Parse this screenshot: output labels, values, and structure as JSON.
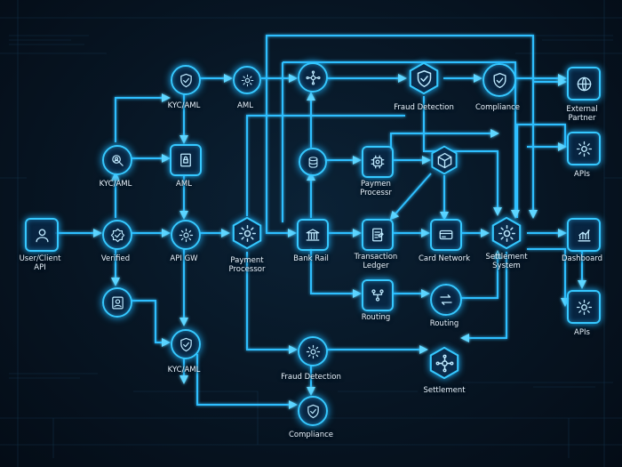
{
  "diagram": {
    "colors": {
      "line": "#2fbfff",
      "glow": "#1fb6ff",
      "node_fill": "#0a2c4c",
      "text": "#e8f4ff",
      "bg": "#06101c"
    },
    "nodes": {
      "user_client": {
        "label": "User/Client\nAPI",
        "icon": "user-icon"
      },
      "kyc_aml_top": {
        "label": "KYC/AML",
        "icon": "shield-check-icon"
      },
      "aml_top": {
        "label": "AML",
        "icon": "gear-icon"
      },
      "hub_top": {
        "label": "",
        "icon": "network-hub-icon"
      },
      "fraud_top": {
        "label": "Fraud Detection",
        "icon": "shield-check-icon"
      },
      "compliance_top": {
        "label": "Compliance",
        "icon": "shield-check-icon"
      },
      "external_partner": {
        "label": "External\nPartner",
        "icon": "globe-icon"
      },
      "kyc_aml_left": {
        "label": "KYC/AML",
        "icon": "search-person-icon"
      },
      "aml_mid": {
        "label": "AML",
        "icon": "lock-doc-icon"
      },
      "database": {
        "label": "",
        "icon": "database-icon"
      },
      "payment_processor_top": {
        "label": "Paymen\nProcessr",
        "icon": "gear-chip-icon"
      },
      "cube": {
        "label": "",
        "icon": "cube-icon"
      },
      "apis_top": {
        "label": "APIs",
        "icon": "gear-icon"
      },
      "verified": {
        "label": "Verified",
        "icon": "verify-icon"
      },
      "api_gw": {
        "label": "API GW",
        "icon": "gear-icon"
      },
      "payment_processor": {
        "label": "Payment\nProcessor",
        "icon": "gear-icon"
      },
      "bank_rail": {
        "label": "Bank Rail",
        "icon": "bank-icon"
      },
      "transaction_ledger": {
        "label": "Transaction\nLedger",
        "icon": "ledger-icon"
      },
      "card_network": {
        "label": "Card Network",
        "icon": "card-icon"
      },
      "settlement_system": {
        "label": "Settlement\nSystem",
        "icon": "gear-icon"
      },
      "dashboard": {
        "label": "Dashboard",
        "icon": "bar-chart-icon"
      },
      "id_check": {
        "label": "",
        "icon": "id-card-icon"
      },
      "routing_a": {
        "label": "Routing",
        "icon": "routing-icon"
      },
      "routing_b": {
        "label": "Routing",
        "icon": "swap-arrows-icon"
      },
      "apis_bottom": {
        "label": "APIs",
        "icon": "gear-icon"
      },
      "kyc_aml_bottom": {
        "label": "KYC/AML",
        "icon": "shield-check-icon"
      },
      "fraud_bottom": {
        "label": "Fraud Detection",
        "icon": "gear-icon"
      },
      "settlement": {
        "label": "Settlement",
        "icon": "network-hub-icon"
      },
      "compliance_bottom": {
        "label": "Compliance",
        "icon": "shield-check-icon"
      }
    }
  }
}
